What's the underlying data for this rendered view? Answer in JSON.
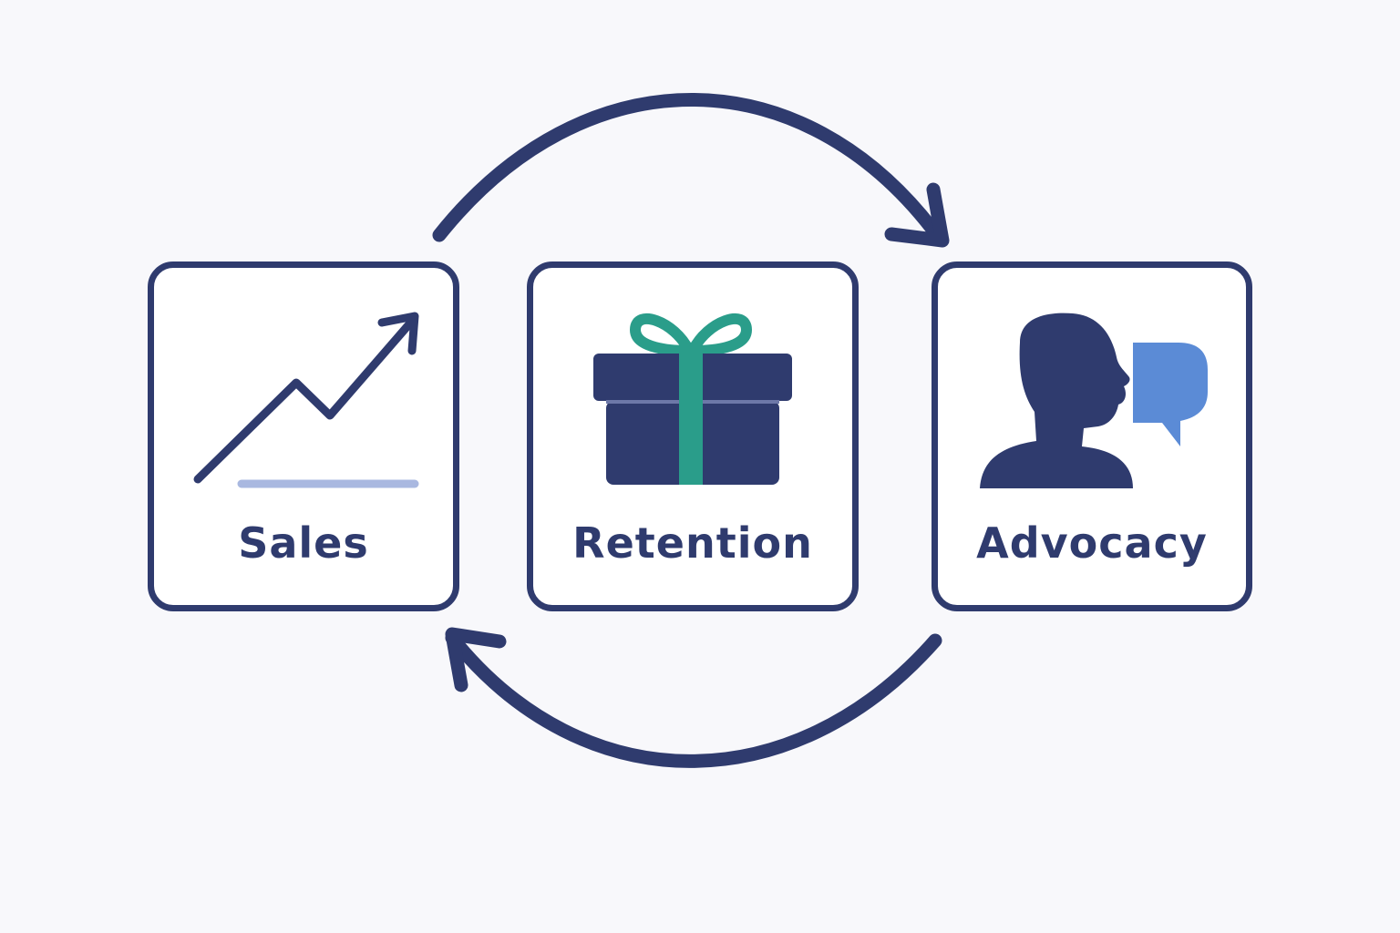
{
  "colors": {
    "navy": "#2f3b6e",
    "teal": "#2a9d8a",
    "blue": "#5b8bd6",
    "light_blue": "#a9b8e0",
    "background": "#f8f8fb"
  },
  "stages": [
    {
      "label": "Sales",
      "icon": "trend-up-chart-icon"
    },
    {
      "label": "Retention",
      "icon": "gift-box-icon"
    },
    {
      "label": "Advocacy",
      "icon": "person-speech-bubble-icon"
    }
  ],
  "arrows": [
    {
      "from": "Sales",
      "to": "Advocacy",
      "icon": "arc-arrow-right-icon"
    },
    {
      "from": "Advocacy",
      "to": "Sales",
      "icon": "arc-arrow-left-icon"
    }
  ]
}
